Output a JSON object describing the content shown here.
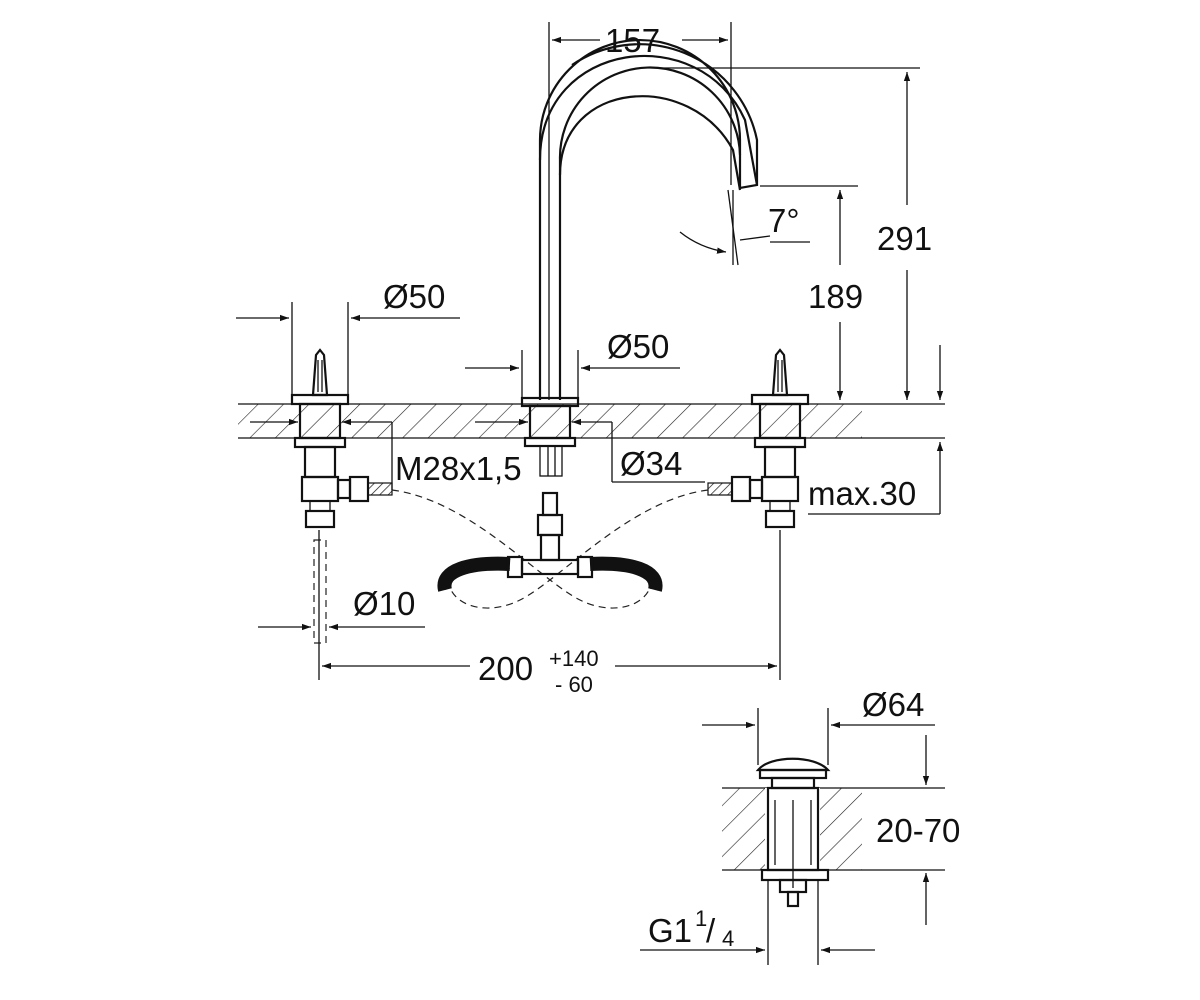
{
  "dimensions": {
    "spout_reach": "157",
    "spout_height_total": "291",
    "spout_height_outlet": "189",
    "spout_angle": "7°",
    "handle_diameter": "Ø50",
    "spout_base_diameter": "Ø50",
    "thread": "M28x1,5",
    "hole_diameter": "Ø34",
    "max_thickness": "max.30",
    "hose_diameter": "Ø10",
    "handle_spacing": "200",
    "spacing_tol_plus": "+140",
    "spacing_tol_minus": "-  60",
    "waste_diameter": "Ø64",
    "waste_range": "20-70",
    "waste_thread_main": "G1",
    "waste_thread_num": "1",
    "waste_thread_sep": "/",
    "waste_thread_den": "4"
  },
  "colors": {
    "line": "#111111",
    "background": "#ffffff"
  }
}
